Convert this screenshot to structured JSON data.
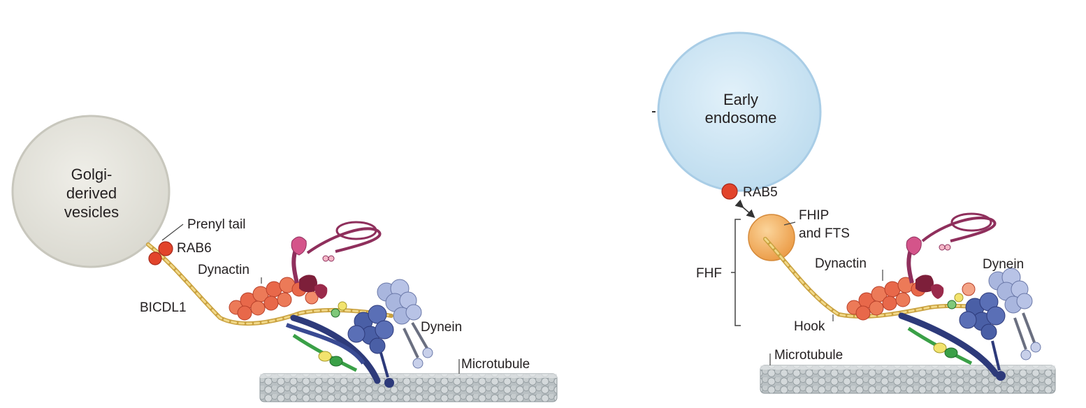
{
  "left_panel": {
    "vesicle": [
      "Golgi-",
      "derived",
      "vesicles"
    ],
    "prenyl_tail": "Prenyl tail",
    "rab": "RAB6",
    "dynactin": "Dynactin",
    "adaptor": "BICDL1",
    "dynein": "Dynein",
    "microtubule": "Microtubule"
  },
  "right_panel": {
    "endosome": [
      "Early",
      "endosome"
    ],
    "rab": "RAB5",
    "fhip": [
      "FHIP",
      "and FTS"
    ],
    "fhf": "FHF",
    "dynactin": "Dynactin",
    "dynein": "Dynein",
    "hook": "Hook",
    "microtubule": "Microtubule"
  },
  "colors": {
    "golgi_vesicle": "#e3e2da",
    "early_endosome": "#cfe6f4",
    "rab": "#e2442b",
    "fhip": "#f4b46a",
    "dynactin": "#e8684a",
    "dynein_dark": "#4a5fa6",
    "dynein_light": "#a9b6de",
    "coiled_coil": "#e8c766",
    "microtubule": "#9aa3a8",
    "lis1_green": "#3aa047",
    "magenta": "#8f2f5c"
  }
}
